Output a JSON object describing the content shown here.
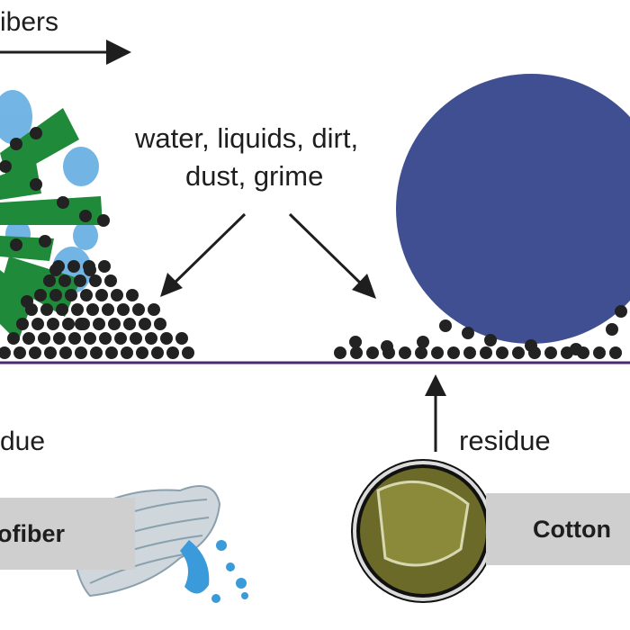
{
  "top_label": "ibers",
  "dirt_label": {
    "line1": "water, liquids, dirt,",
    "line2": "dust, grime"
  },
  "left_residue_label": "due",
  "right_residue_label": "residue",
  "microfiber_label": "ofiber",
  "cotton_label": "Cotton",
  "colors": {
    "surface_line": "#4a2a6e",
    "fiber_green": "#1f8a3a",
    "cotton_blue": "#3f4f91",
    "particle": "#222222",
    "water_blue": "#5aa9e0",
    "banner_gray": "#cfcfcf"
  }
}
